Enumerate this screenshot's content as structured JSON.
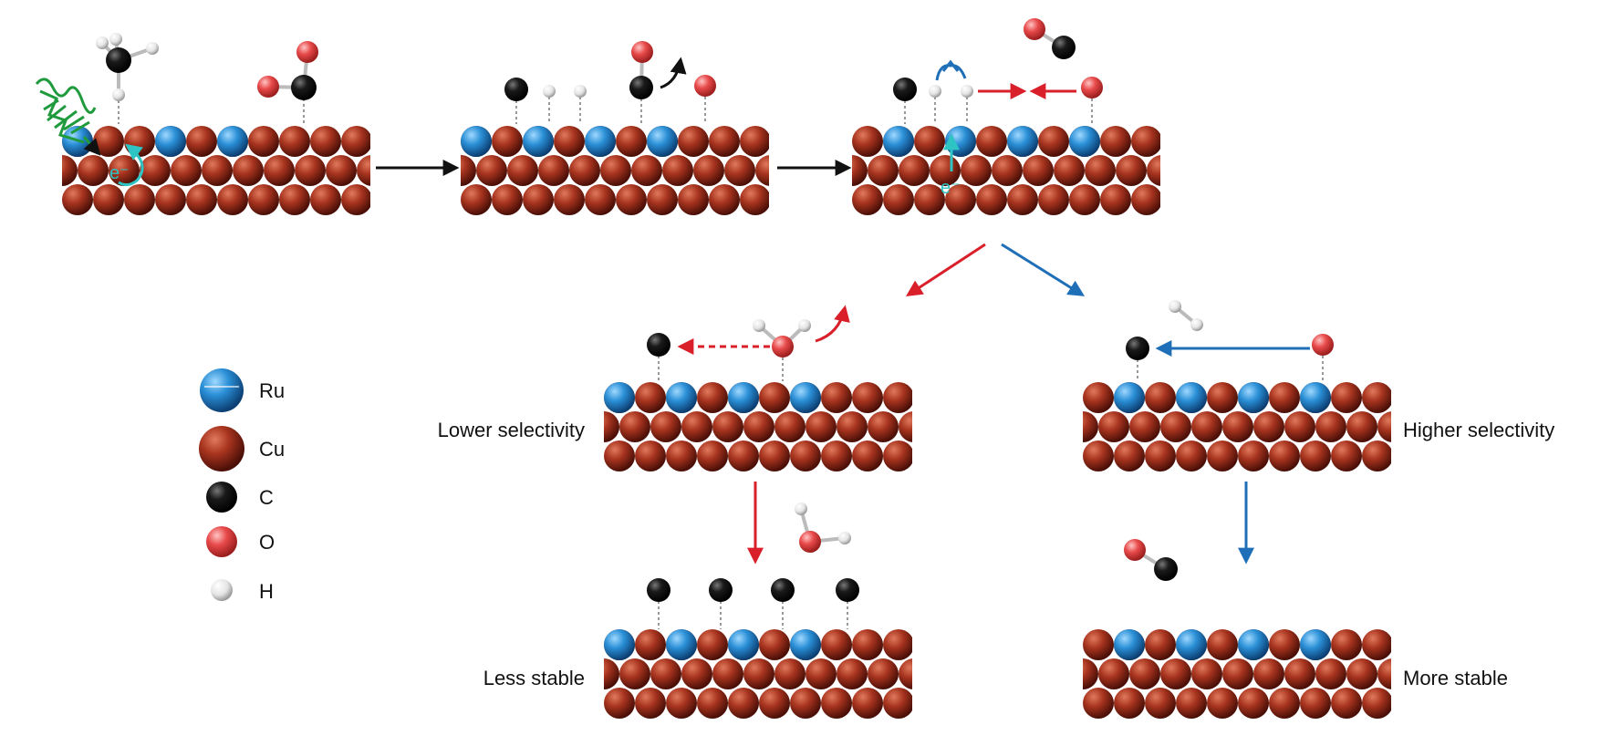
{
  "legend": [
    {
      "key": "ru",
      "label": "Ru"
    },
    {
      "key": "cu",
      "label": "Cu"
    },
    {
      "key": "c",
      "label": "C"
    },
    {
      "key": "o",
      "label": "O"
    },
    {
      "key": "h",
      "label": "H"
    }
  ],
  "labels": {
    "lower_selectivity": "Lower selectivity",
    "higher_selectivity": "Higher selectivity",
    "less_stable": "Less stable",
    "more_stable": "More stable"
  },
  "electron": "e⁻",
  "colors": {
    "ru": "#2a8fd6",
    "cu": "#9a2e1c",
    "c": "#111111",
    "o": "#e84a4a",
    "h": "#e8e8e8",
    "arrow_black": "#111111",
    "arrow_red": "#d9202a",
    "arrow_blue": "#1f6fb8",
    "light_green": "#1f9a3c",
    "electron": "#2ec4c4"
  },
  "panels": [
    {
      "name": "panel-1-ch3oh-co2-adsorption",
      "ru_sites": [
        0,
        3,
        5
      ]
    },
    {
      "name": "panel-2-dissociation",
      "ru_sites": [
        0,
        2,
        4,
        6
      ]
    },
    {
      "name": "panel-3-electron-transfer",
      "ru_sites": [
        1,
        3,
        5,
        7
      ]
    },
    {
      "name": "panel-4-lower-selectivity",
      "ru_sites": [
        0,
        2,
        4,
        6
      ]
    },
    {
      "name": "panel-5-higher-selectivity",
      "ru_sites": [
        1,
        3,
        5,
        7
      ]
    },
    {
      "name": "panel-6-less-stable",
      "ru_sites": [
        0,
        2,
        4,
        6
      ]
    },
    {
      "name": "panel-7-more-stable",
      "ru_sites": [
        1,
        3,
        5,
        7
      ]
    }
  ]
}
